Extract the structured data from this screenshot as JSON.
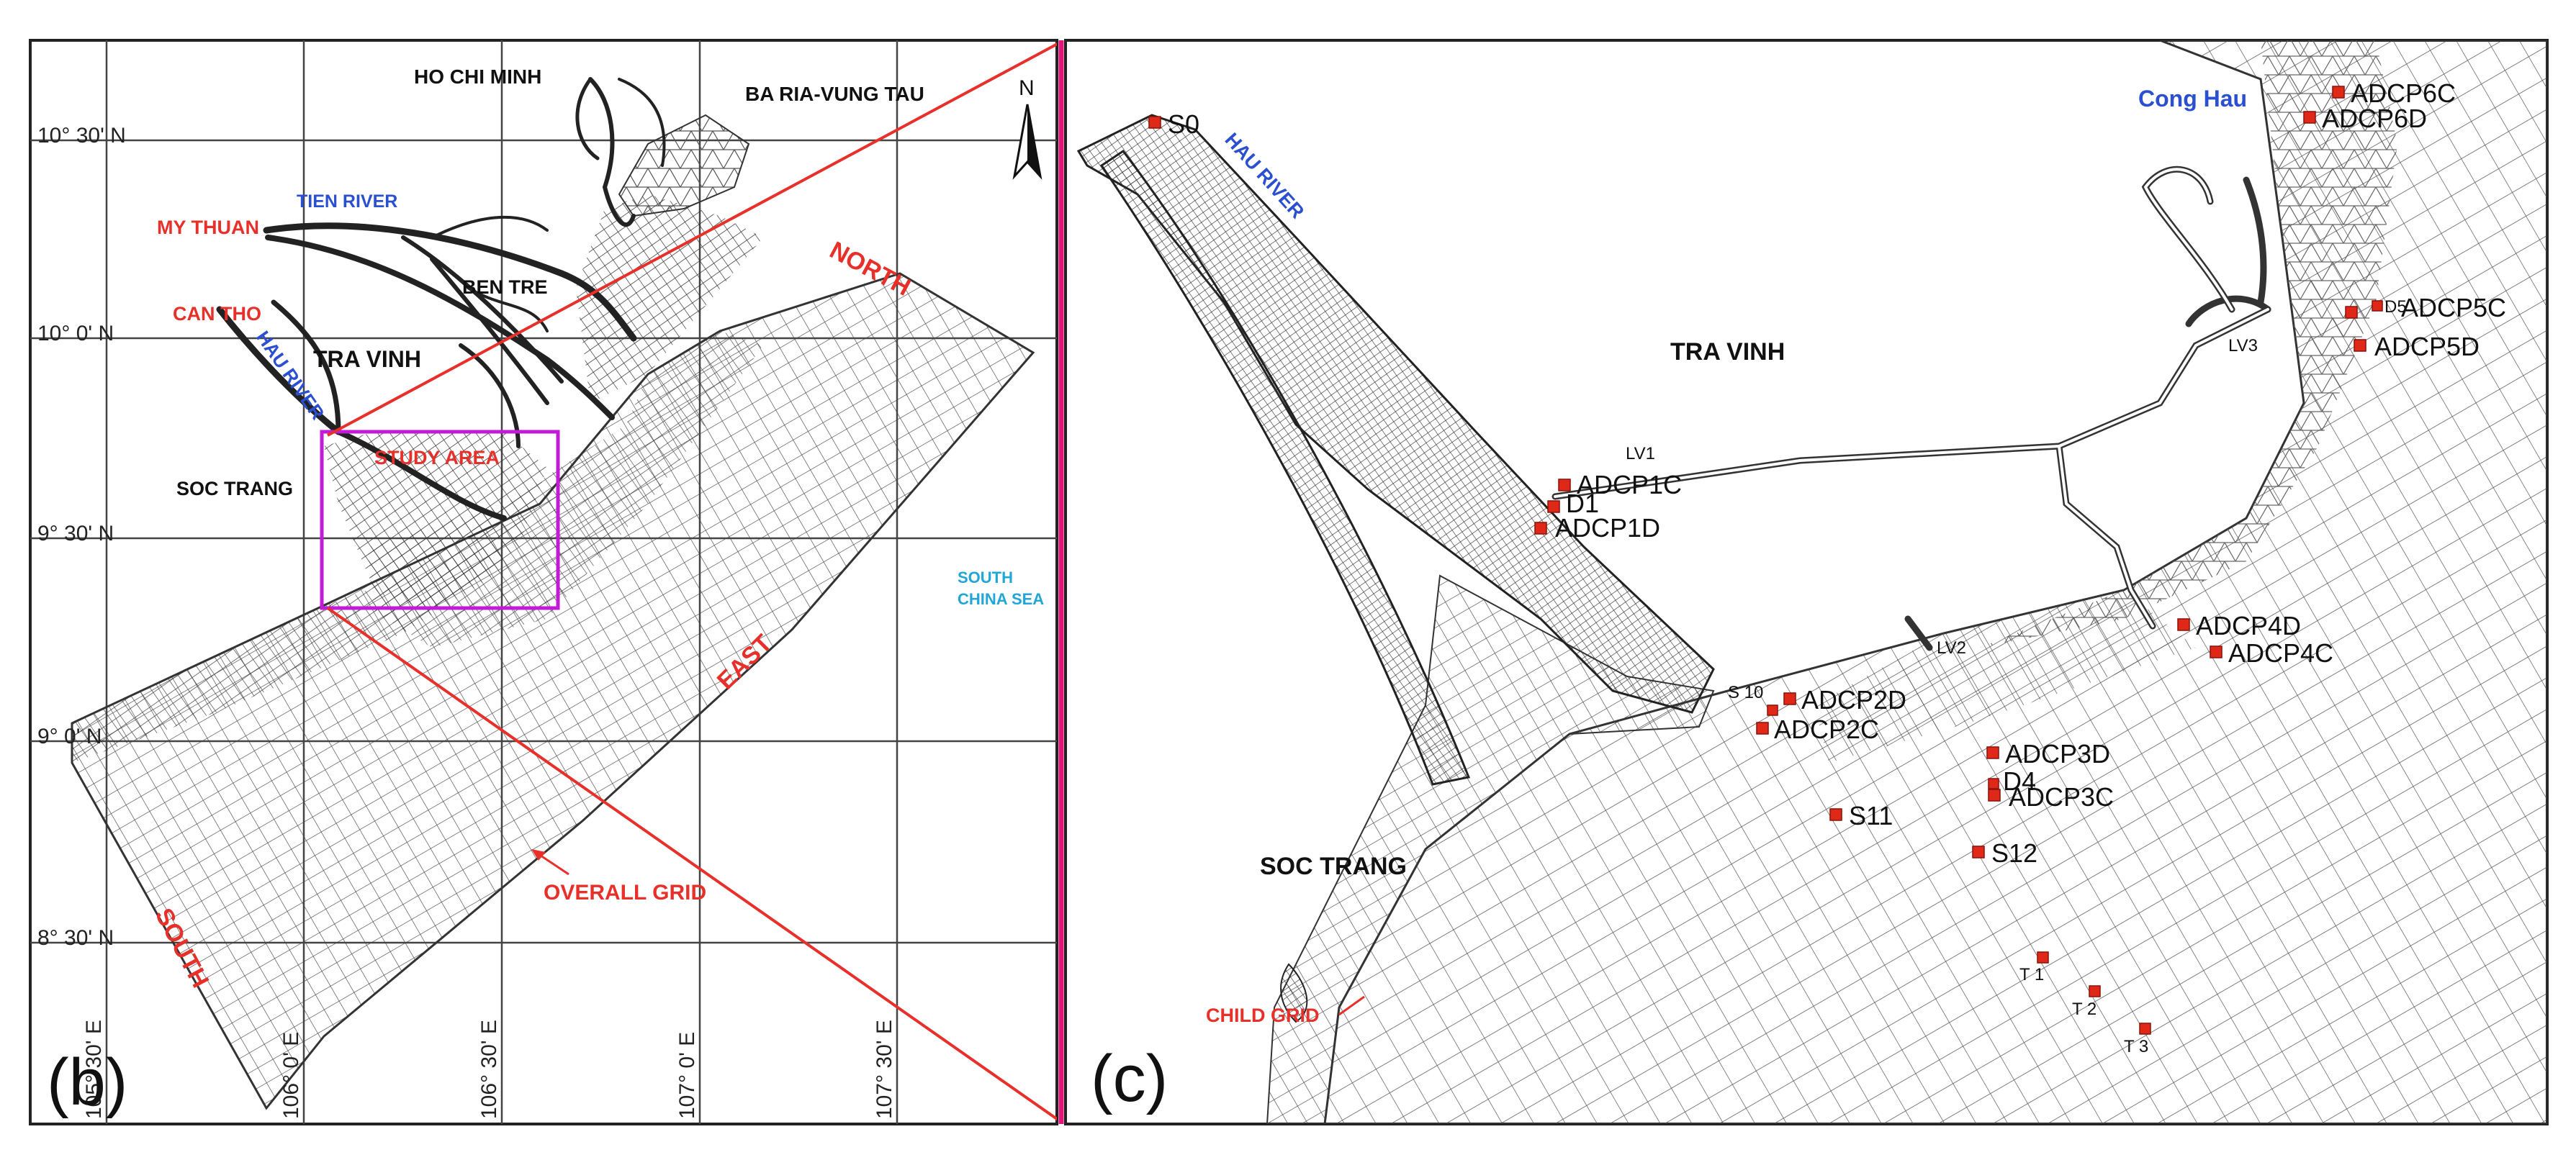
{
  "panel_b": {
    "label": "(b)",
    "lat_labels": [
      "10° 30' N",
      "10° 0' N",
      "9° 30' N",
      "9° 0' N",
      "8° 30' N"
    ],
    "lon_labels": [
      "105° 30' E",
      "106° 0' E",
      "106° 30' E",
      "107° 0' E",
      "107° 30' E"
    ],
    "places": {
      "ho_chi_minh": "HO CHI MINH",
      "ba_ria": "BA RIA-VUNG TAU",
      "tien_river": "TIEN RIVER",
      "my_thuan": "MY THUAN",
      "ben_tre": "BEN TRE",
      "can_tho": "CAN THO",
      "tra_vinh": "TRA VINH",
      "hau_river": "HAU RIVER",
      "soc_trang": "SOC TRANG",
      "study_area": "STUDY AREA",
      "south_china_sea": "SOUTH\nCHINA SEA",
      "north": "NORTH",
      "east": "EAST",
      "south": "SOUTH",
      "overall_grid": "OVERALL GRID",
      "north_arrow": "N"
    }
  },
  "panel_c": {
    "label": "(c)",
    "places": {
      "hau_river": "HAU RIVER",
      "tra_vinh": "TRA VINH",
      "soc_trang": "SOC TRANG",
      "cong_hau": "Cong Hau",
      "child_grid": "CHILD GRID",
      "lv1": "LV1",
      "lv2": "LV2",
      "lv3": "LV3"
    },
    "stations": [
      "S0",
      "ADCP1C",
      "D1",
      "ADCP1D",
      "S 10",
      "ADCP2D",
      "ADCP2C",
      "ADCP3D",
      "D4",
      "ADCP3C",
      "S11",
      "S12",
      "ADCP4D",
      "ADCP4C",
      "ADCP5C",
      "D5",
      "ADCP5D",
      "ADCP6C",
      "ADCP6D",
      "T 1",
      "T 2",
      "T 3"
    ]
  },
  "colors": {
    "red_label": "#e8302a",
    "blue_label": "#2a4fd0",
    "cyan_label": "#21a6d8",
    "study_box": "#c21ad6",
    "divider": "#e0157a",
    "station": "#e02818",
    "mesh": "#3a3a3a"
  }
}
